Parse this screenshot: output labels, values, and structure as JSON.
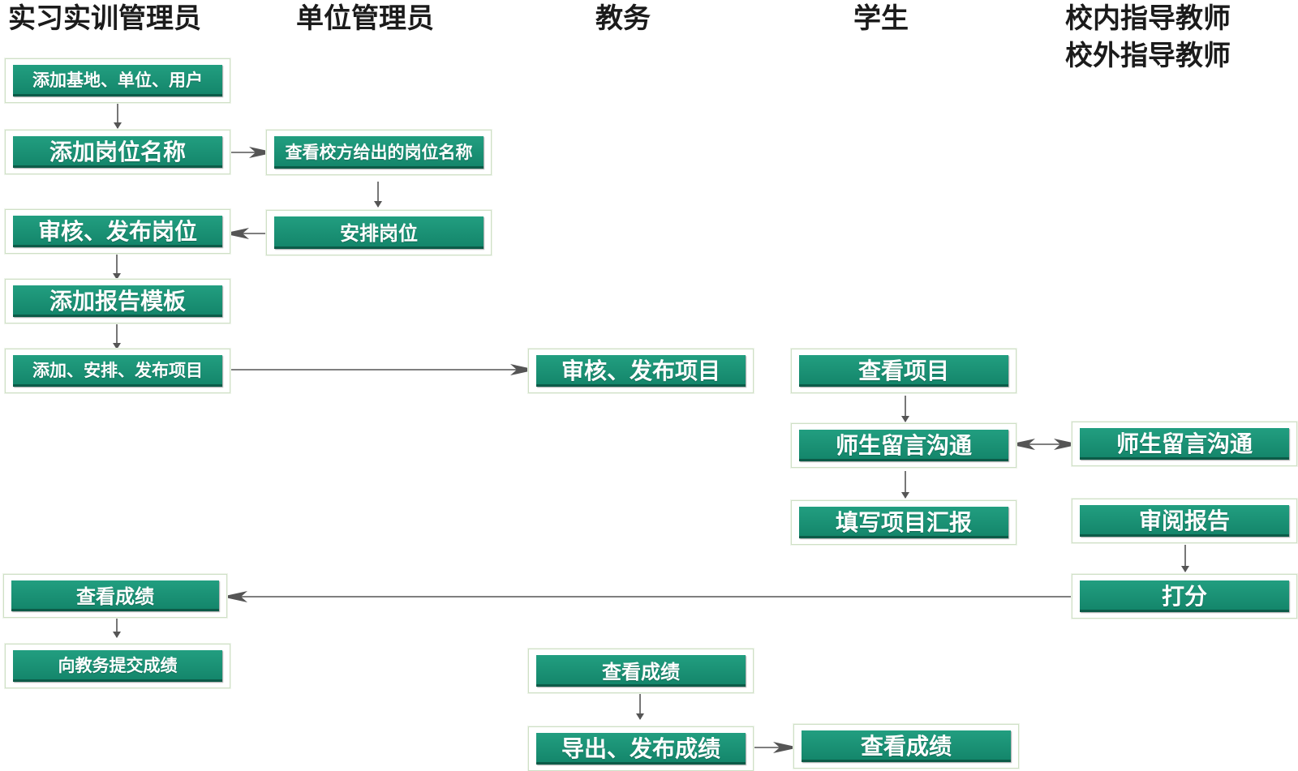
{
  "lanes": [
    "实习实训管理员",
    "单位管理员",
    "教务",
    "学生",
    "校内指导教师",
    "校外指导教师"
  ],
  "nodes": {
    "admin_add_base": "添加基地、单位、用户",
    "admin_add_post_name": "添加岗位名称",
    "admin_review_publish_post": "审核、发布岗位",
    "admin_add_report_template": "添加报告模板",
    "admin_add_project": "添加、安排、发布项目",
    "admin_view_score": "查看成绩",
    "admin_submit_score": "向教务提交成绩",
    "unit_view_post_name": "查看校方给出的岗位名称",
    "unit_arrange_post": "安排岗位",
    "academic_review_project": "审核、发布项目",
    "academic_view_score": "查看成绩",
    "academic_export_score": "导出、发布成绩",
    "student_view_project": "查看项目",
    "student_message": "师生留言沟通",
    "student_fill_report": "填写项目汇报",
    "student_view_score": "查看成绩",
    "teacher_message": "师生留言沟通",
    "teacher_review_report": "审阅报告",
    "teacher_grade": "打分"
  },
  "colors": {
    "node_fill": "#1a9677",
    "node_text": "#ffffff",
    "frame_border": "#cfe0c6",
    "arrow": "#555555",
    "header_text": "#1b1b1b"
  }
}
